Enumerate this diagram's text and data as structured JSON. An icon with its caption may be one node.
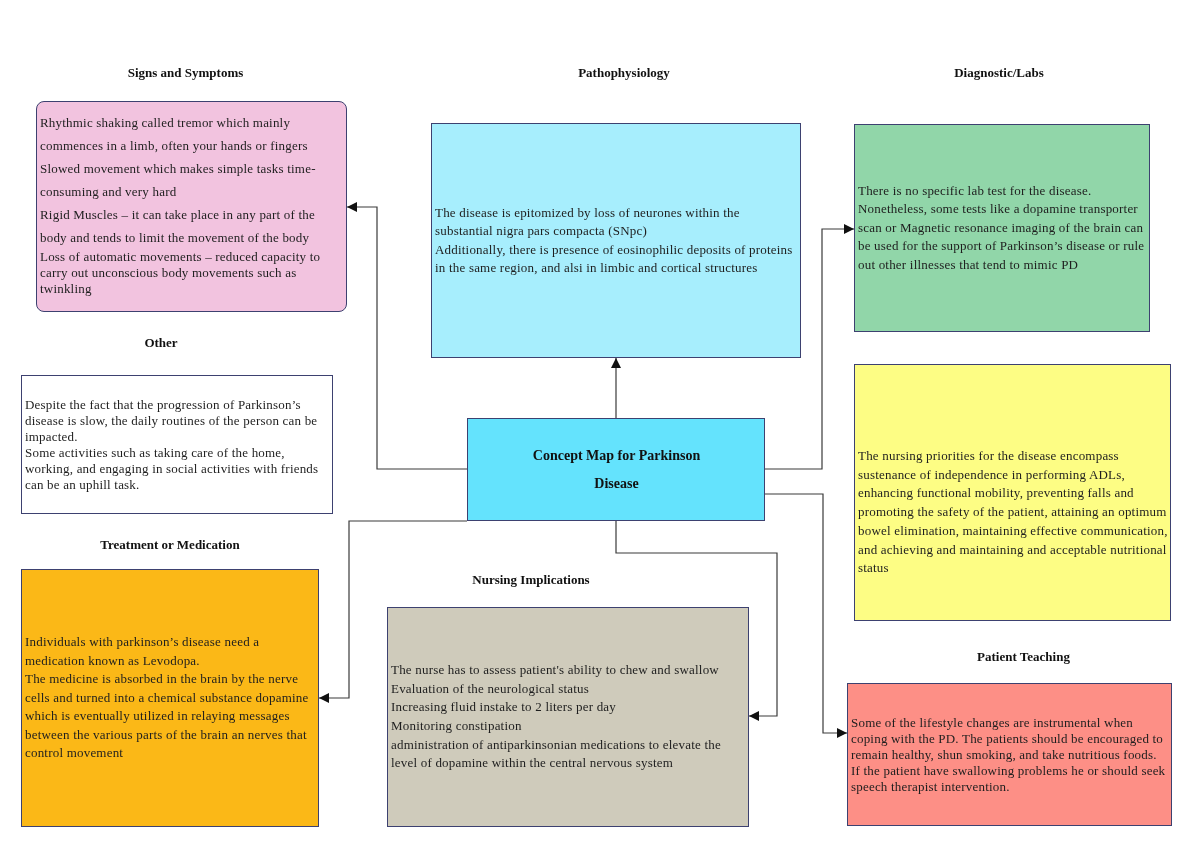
{
  "diagram": {
    "nodes": [
      {
        "text": [
          "Signs and Symptoms",
          "Rhythmic shaking called tremor which mainly commences in a limb, often your hands or fingers",
          "Slowed movement which makes simple tasks time-consuming and very hard",
          "Rigid Muscles – it can take place in any part of the body and tends to limit the movement of the body",
          "Loss of automatic movements – reduced capacity to carry out unconscious body movements such as twinkling"
        ]
      },
      {
        "text": [
          "Pathophysiology",
          "The disease is epitomized by loss of neurones within the substantial nigra pars compacta (SNpc)",
          "Additionally, there is presence of eosinophilic deposits of proteins in the same region, and alsi in limbic and cortical structures"
        ]
      },
      {
        "text": [
          "Diagnostic/Labs",
          "There is no specific lab test for the disease.",
          "Nonetheless, some tests like a dopamine transporter scan or Magnetic resonance imaging of the brain can be used for the support of Parkinson’s disease or rule out other illnesses that tend to mimic PD"
        ]
      },
      {
        "text": [
          "Other",
          "Despite the fact that the progression of Parkinson’s disease is slow, the daily routines of the person can be impacted.",
          "Some activities such as taking care of the home, working, and engaging in social activities with friends can be an uphill task."
        ]
      },
      {
        "text": [
          "Concept Map for Parkinson Disease"
        ]
      },
      {
        "text": [
          "The nursing priorities for the disease encompass sustenance of independence in performing ADLs, enhancing functional mobility, preventing falls and promoting the safety of the patient, attaining an optimum bowel elimination, maintaining effective communication, and achieving and maintaining and acceptable nutritional status"
        ]
      },
      {
        "text": [
          "Treatment or Medication",
          "Individuals with parkinson’s disease need a medication known as Levodopa.",
          "The medicine is absorbed in the brain by the nerve cells and turned into a chemical substance dopamine which is eventually utilized in relaying messages between the various parts of the brain an nerves that control movement"
        ]
      },
      {
        "text": [
          "Nursing Implications",
          "The nurse has to assess patient's ability to chew and swallow",
          "Evaluation of the neurological status",
          "Increasing fluid instake to 2 liters per day",
          "Monitoring constipation",
          "administration of antiparkinsonian medications to elevate the level of dopamine within the central nervous system"
        ]
      },
      {
        "text": [
          "Patient Teaching",
          "Some of the lifestyle changes are instrumental when coping with the PD. The patients should be encouraged to remain healthy, shun smoking, and take nutritious foods.",
          "If the patient have swallowing problems he or should seek speech therapist intervention."
        ]
      }
    ],
    "edges": [
      {
        "from": 4,
        "to": 0,
        "arrow": "to"
      },
      {
        "from": 4,
        "to": 1,
        "arrow": "to"
      },
      {
        "from": 4,
        "to": 2,
        "arrow": "to"
      },
      {
        "from": 4,
        "to": 6,
        "arrow": "to"
      },
      {
        "from": 4,
        "to": 7,
        "arrow": "to"
      },
      {
        "from": 4,
        "to": 8,
        "arrow": "to"
      }
    ]
  }
}
